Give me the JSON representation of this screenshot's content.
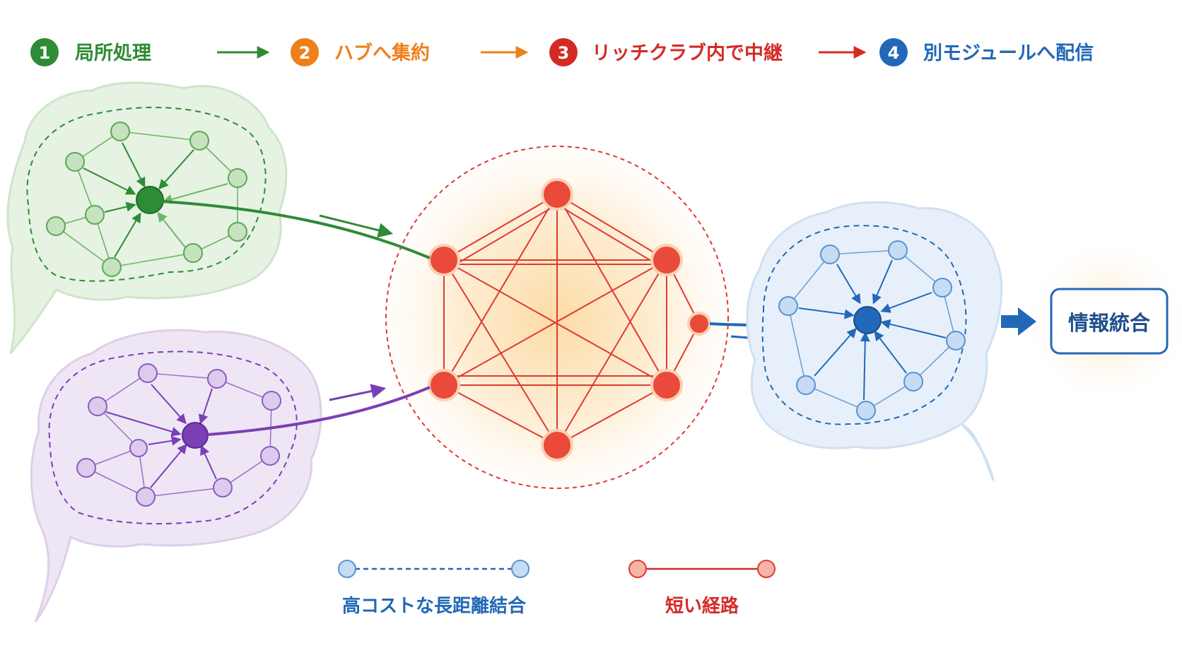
{
  "steps": [
    {
      "num": "1",
      "label": "局所処理",
      "color": "#2e8b36"
    },
    {
      "num": "2",
      "label": "ハブへ集約",
      "color": "#ef7f1a"
    },
    {
      "num": "3",
      "label": "リッチクラブ内で中継",
      "color": "#d42a26"
    },
    {
      "num": "4",
      "label": "別モジュールへ配信",
      "color": "#2268b8"
    }
  ],
  "output_box": {
    "label": "情報統合"
  },
  "legend": {
    "long_range": "高コストな長距離結合",
    "short_path": "短い経路"
  },
  "colors": {
    "green": "#2e8b36",
    "green_fill": "#e6f2e2",
    "purple": "#7a3fb5",
    "purple_fill": "#efe6f5",
    "red": "#e03a2f",
    "orange_glow": "#fde7bf",
    "blue": "#2268b8",
    "blue_fill": "#e7f0fa"
  },
  "icons": {
    "brain_modules": "brain-outline-icon",
    "flow_arrow": "arrow-right-icon"
  }
}
